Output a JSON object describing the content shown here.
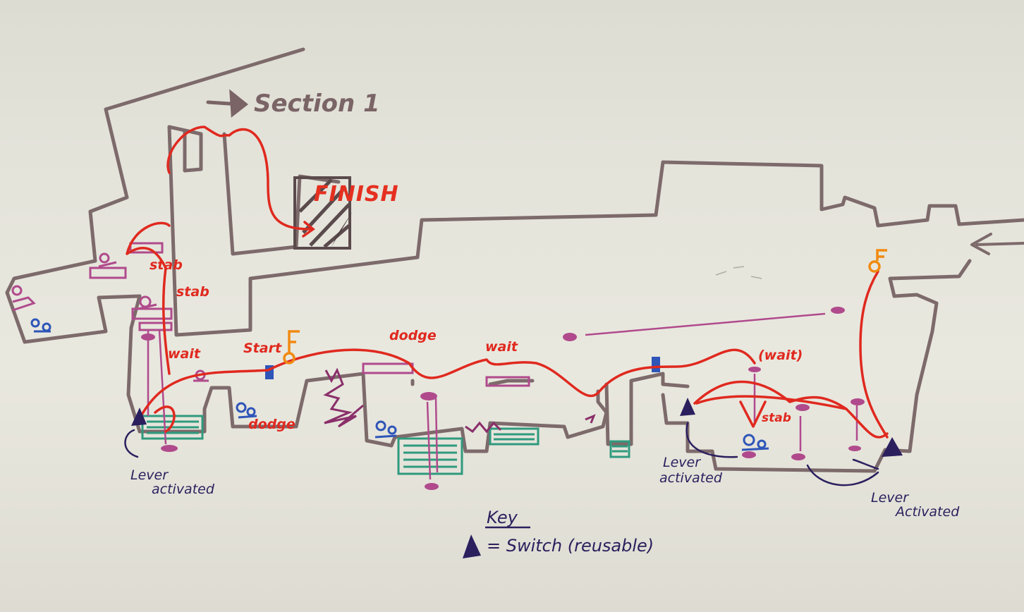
{
  "title": "Section 1",
  "finish_label": "FINISH",
  "actions": {
    "stab_upper": "stab",
    "stab_lower": "stab",
    "wait_left": "wait",
    "start": "Start",
    "dodge_top": "dodge",
    "wait_mid": "wait",
    "wait_right": "(wait)",
    "dodge_bottom": "dodge",
    "stab_right": "stab"
  },
  "lever_labels": {
    "left_line1": "Lever",
    "left_line2": "activated",
    "mid_line1": "Lever",
    "mid_line2": "activated",
    "right_line1": "Lever",
    "right_line2": "Activated"
  },
  "key": {
    "heading": "Key",
    "switch_text": "= Switch (reusable)"
  },
  "icons": [
    "switch-icon",
    "key-icon",
    "enemy-icon",
    "start-arrow-icon",
    "platform-icon"
  ],
  "colors": {
    "walls": "#7d6a6b",
    "path": "#e0291f",
    "platforms": "#b04a8c",
    "enemies": "#2e55b8",
    "water": "#2f9a7e",
    "switch": "#2b1f5e",
    "key": "#f08a10"
  }
}
